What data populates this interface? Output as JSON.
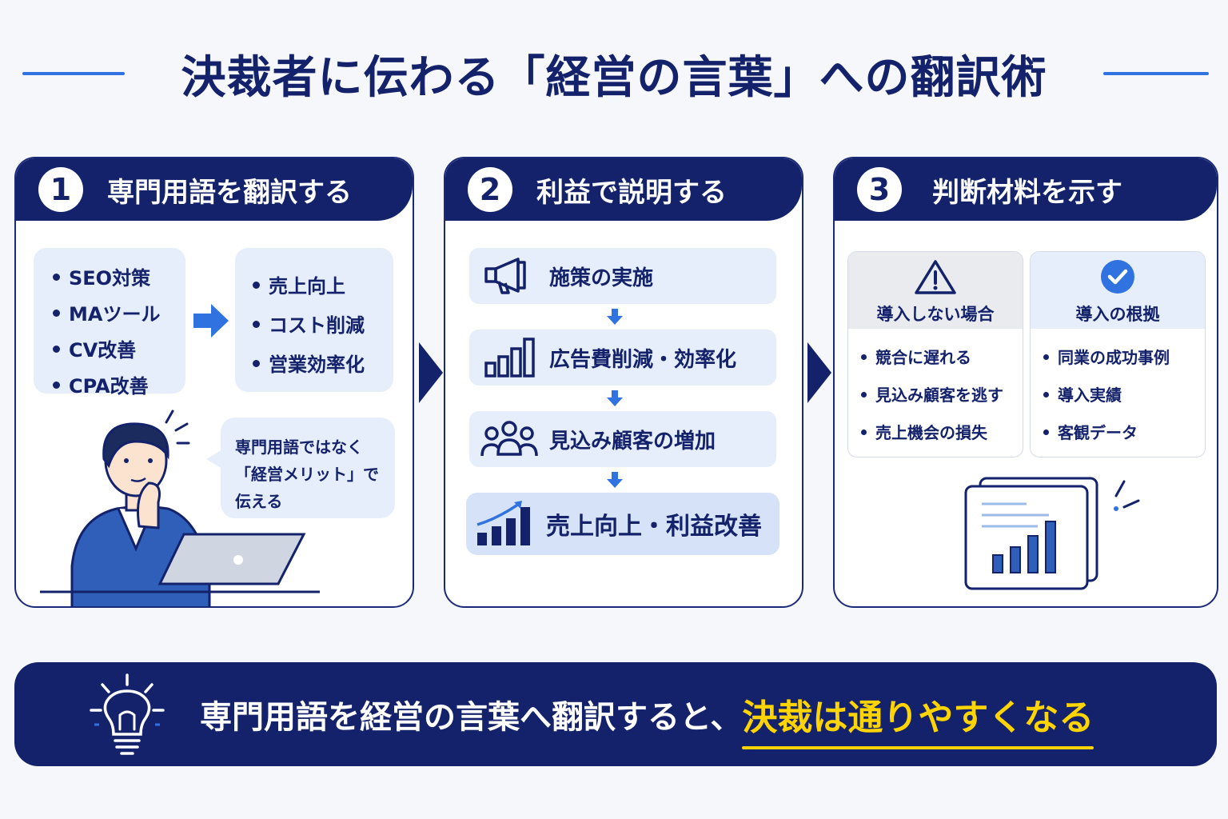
{
  "title": "決裁者に伝わる「経営の言葉」への翻訳術",
  "colors": {
    "navy": "#13226b",
    "accent_blue": "#2f72e0",
    "light_blue": "#e7eefb",
    "highlight": "#ffd400"
  },
  "steps": [
    {
      "number": "1",
      "heading": "専門用語を翻訳する",
      "jargon": [
        "SEO対策",
        "MAツール",
        "CV改善",
        "CPA改善"
      ],
      "benefits": [
        "売上向上",
        "コスト削減",
        "営業効率化"
      ],
      "speech_lines": [
        "専門用語ではなく",
        "「経営メリット」で",
        "伝える"
      ]
    },
    {
      "number": "2",
      "heading": "利益で説明する",
      "flow": [
        {
          "label": "施策の実施",
          "icon": "megaphone-icon"
        },
        {
          "label": "広告費削減・効率化",
          "icon": "bar-chart-icon"
        },
        {
          "label": "見込み顧客の増加",
          "icon": "people-icon"
        },
        {
          "label": "売上向上・利益改善",
          "icon": "growth-chart-icon"
        }
      ]
    },
    {
      "number": "3",
      "heading": "判断材料を示す",
      "cards": [
        {
          "title": "導入しない場合",
          "icon": "warning-icon",
          "items": [
            "競合に遅れる",
            "見込み顧客を逃す",
            "売上機会の損失"
          ]
        },
        {
          "title": "導入の根拠",
          "icon": "check-circle-icon",
          "items": [
            "同業の成功事例",
            "導入実績",
            "客観データ"
          ]
        }
      ]
    }
  ],
  "conclusion": {
    "text": "専門用語を経営の言葉へ翻訳すると、",
    "highlight": "決裁は通りやすくなる"
  }
}
